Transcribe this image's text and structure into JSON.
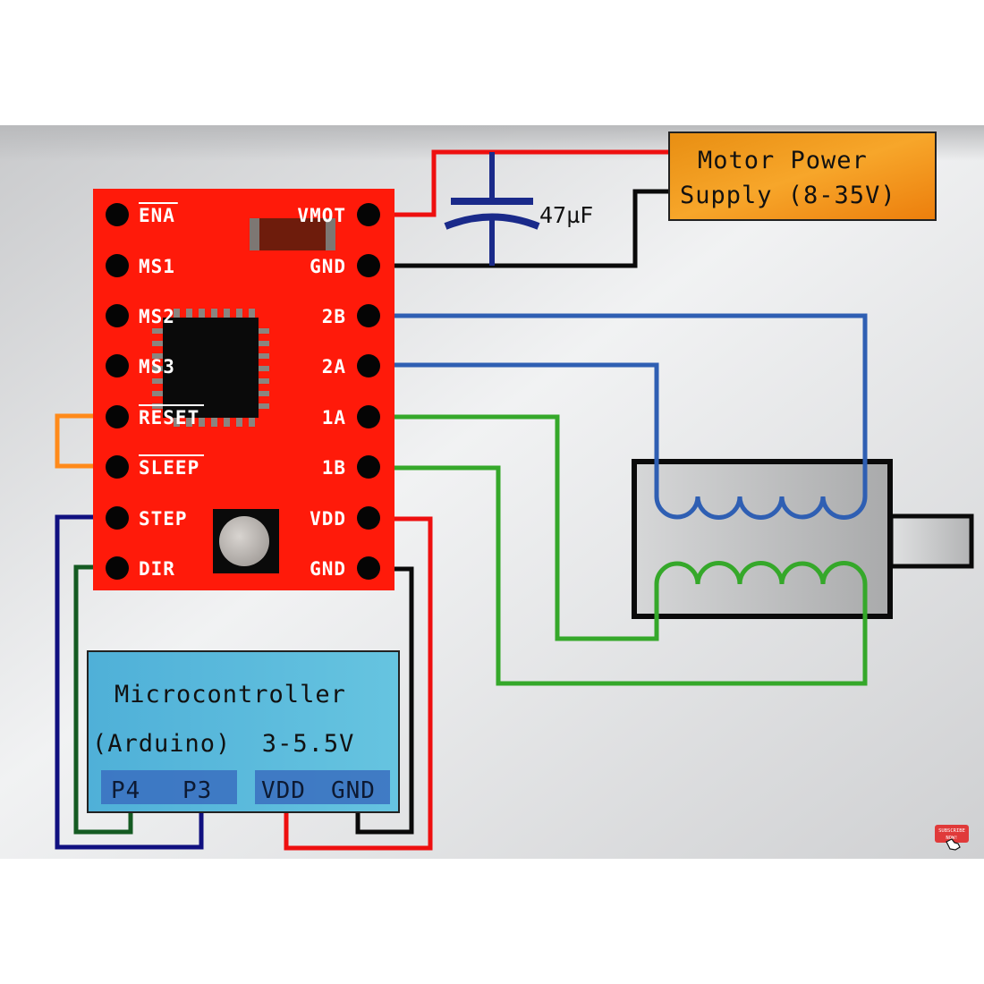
{
  "colors": {
    "board": "#ff1a0a",
    "wire_red": "#ee0f0f",
    "wire_black": "#0a0a0a",
    "wire_blue": "#2f5fb3",
    "wire_navy": "#101080",
    "wire_green": "#35a82a",
    "wire_darkgreen": "#145a22",
    "wire_orange": "#ff8a1a",
    "capacitor": "#1a2a8a",
    "power_box": "#f59a1e",
    "mcu_box": "#5ab8dc",
    "mcu_port": "#3a6fbf"
  },
  "driver_board": {
    "left_pins": [
      {
        "label": "ENA",
        "overline": true
      },
      {
        "label": "MS1",
        "overline": false
      },
      {
        "label": "MS2",
        "overline": false
      },
      {
        "label": "MS3",
        "overline": false
      },
      {
        "label": "RESET",
        "overline": true
      },
      {
        "label": "SLEEP",
        "overline": true
      },
      {
        "label": "STEP",
        "overline": false
      },
      {
        "label": "DIR",
        "overline": false
      }
    ],
    "right_pins": [
      {
        "label": "VMOT"
      },
      {
        "label": "GND"
      },
      {
        "label": "2B"
      },
      {
        "label": "2A"
      },
      {
        "label": "1A"
      },
      {
        "label": "1B"
      },
      {
        "label": "VDD"
      },
      {
        "label": "GND"
      }
    ]
  },
  "capacitor": {
    "label": "47µF"
  },
  "motor_power": {
    "line1": "Motor Power",
    "line2": "Supply (8-35V)"
  },
  "microcontroller": {
    "line1": "Microcontroller",
    "line2": "(Arduino)  3-5.5V",
    "ports": [
      "P4",
      "P3",
      "VDD",
      "GND"
    ]
  },
  "stepper_motor": {
    "coils": [
      "coil-2 (blue)",
      "coil-1 (green)"
    ]
  },
  "subscribe_badge": {
    "line1": "SUBSCRIBE",
    "line2": "NOW!"
  }
}
